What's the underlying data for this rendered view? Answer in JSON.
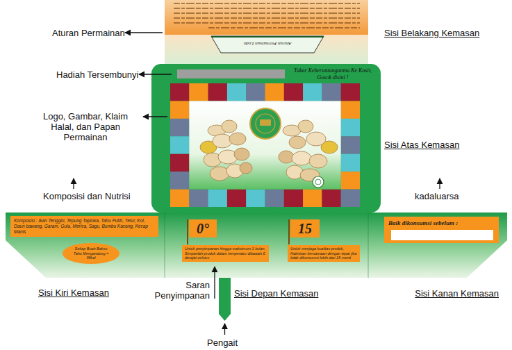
{
  "diagram": {
    "nodes": [
      {
        "text": [
          "Aturan Permainan Ludo"
        ]
      },
      {
        "text": [
          "Tukar Keberuntunganmu Ke Kasir, Gosok disini !"
        ]
      },
      {
        "text": [
          "Komposisi : Ikan Tenggiri, Tepung Tapioka, Tahu Putih, Telur, Kol, Daun bawang, Garam, Gula, Merica, Sagu, Bumbu Kacang, Kecap Manis"
        ]
      },
      {
        "text": [
          "Setiap Buah Bakso Tahu Mengandung = 98kal"
        ]
      },
      {
        "text": [
          "0°"
        ]
      },
      {
        "text": [
          "15"
        ]
      },
      {
        "text": [
          "Untuk penyimpanan hingga maksimum 1 bulan, Simpanlah produk dalam temperatur dibawah 0 derajat celcius"
        ]
      },
      {
        "text": [
          "Untuk menjaga kualitas produk, Habiskan bersamaan dengan tepat jika tidak dikonsumsi lebih dari 15 menit"
        ]
      },
      {
        "text": [
          "Baik dikonsumsi sebelum :"
        ]
      }
    ],
    "labels": [
      "Aturan Permainan",
      "Sisi Belakang Kemasan",
      "Hadiah Tersembunyi",
      "Logo, Gambar, Klaim Halal, dan Papan Permainan",
      "Sisi Atas Kemasan",
      "Komposisi dan Nutrisi",
      "kadaluarsa",
      "Sisi Kiri Kemasan",
      "Saran Penyimpanan",
      "Sisi Depan Kemasan",
      "Sisi Kanan Kemasan",
      "Pengait"
    ]
  }
}
